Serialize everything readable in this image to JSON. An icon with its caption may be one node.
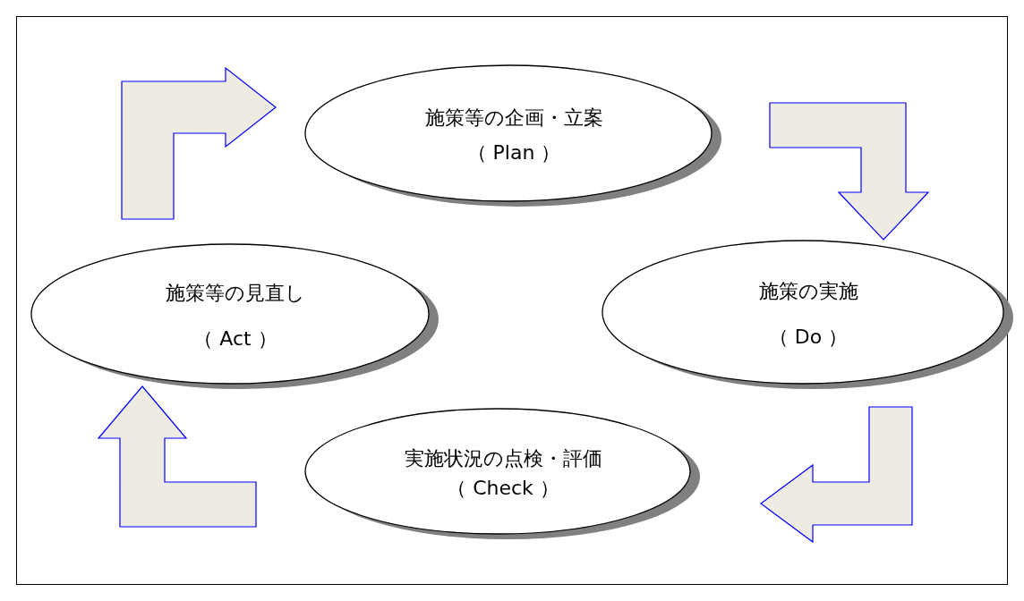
{
  "diagram": {
    "nodes": [
      {
        "text": [
          "施策等の企画・立案",
          "（ Plan ）"
        ]
      },
      {
        "text": [
          "施策等の見直し",
          "（ Act ）"
        ]
      },
      {
        "text": [
          "施策の実施",
          "（ Do ）"
        ]
      },
      {
        "text": [
          "実施状況の点検・評価",
          "（ Check ）"
        ]
      }
    ],
    "edges": [
      {
        "from": 0,
        "to": 2,
        "arrow": "to"
      },
      {
        "from": 2,
        "to": 3,
        "arrow": "to"
      },
      {
        "from": 3,
        "to": 1,
        "arrow": "to"
      },
      {
        "from": 1,
        "to": 0,
        "arrow": "to"
      }
    ]
  }
}
